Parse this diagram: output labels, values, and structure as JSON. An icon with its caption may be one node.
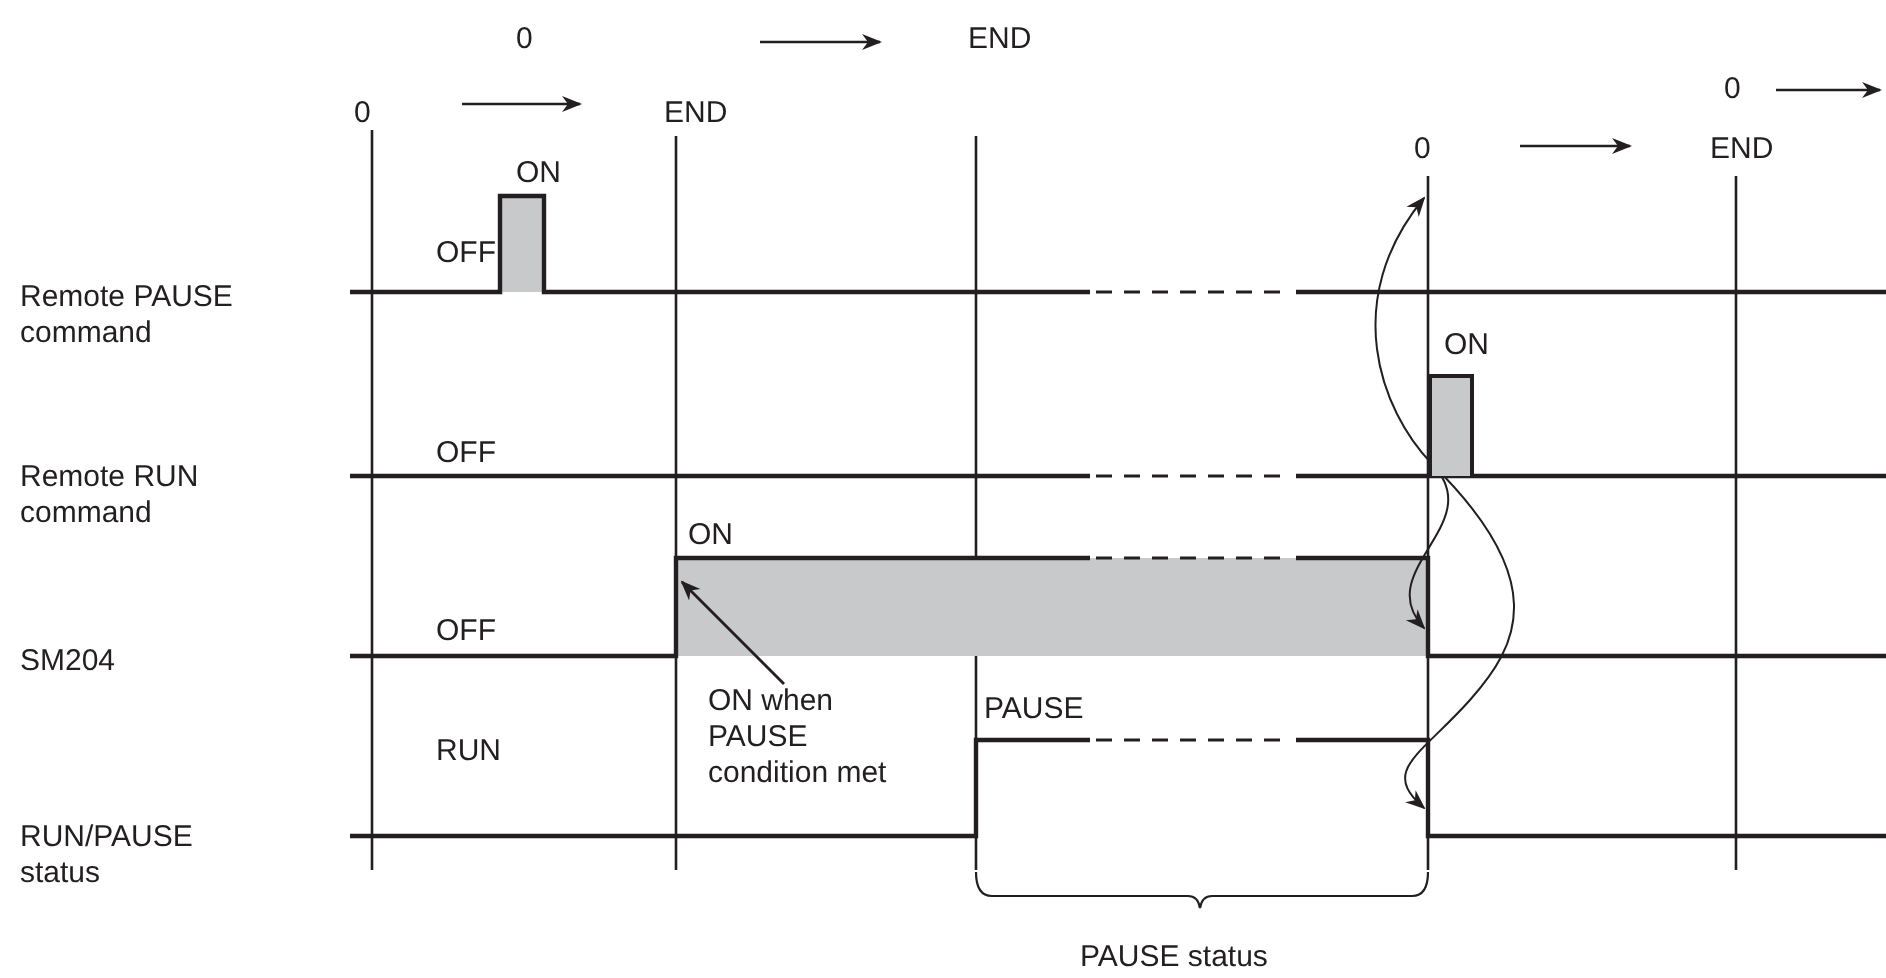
{
  "diagram": {
    "nodes": [
      {
        "text": [
          "ON when PAUSE condition met"
        ]
      },
      {
        "text": [],
        "shape": "bar"
      }
    ],
    "edges": [
      {
        "from": 0,
        "to": null,
        "arrow": "to"
      },
      {
        "from": 1,
        "to": null,
        "arrow": "to"
      },
      {
        "from": 1,
        "to": null,
        "arrow": "to"
      },
      {
        "from": 1,
        "to": null,
        "arrow": "to"
      }
    ],
    "labels": [
      "0",
      "END",
      "0",
      "END",
      "0",
      "0",
      "END",
      "ON",
      "OFF",
      "Remote PAUSE command",
      "ON",
      "OFF",
      "Remote RUN command",
      "ON",
      "OFF",
      "SM204",
      "PAUSE",
      "RUN",
      "RUN/PAUSE status",
      "PAUSE status"
    ]
  }
}
